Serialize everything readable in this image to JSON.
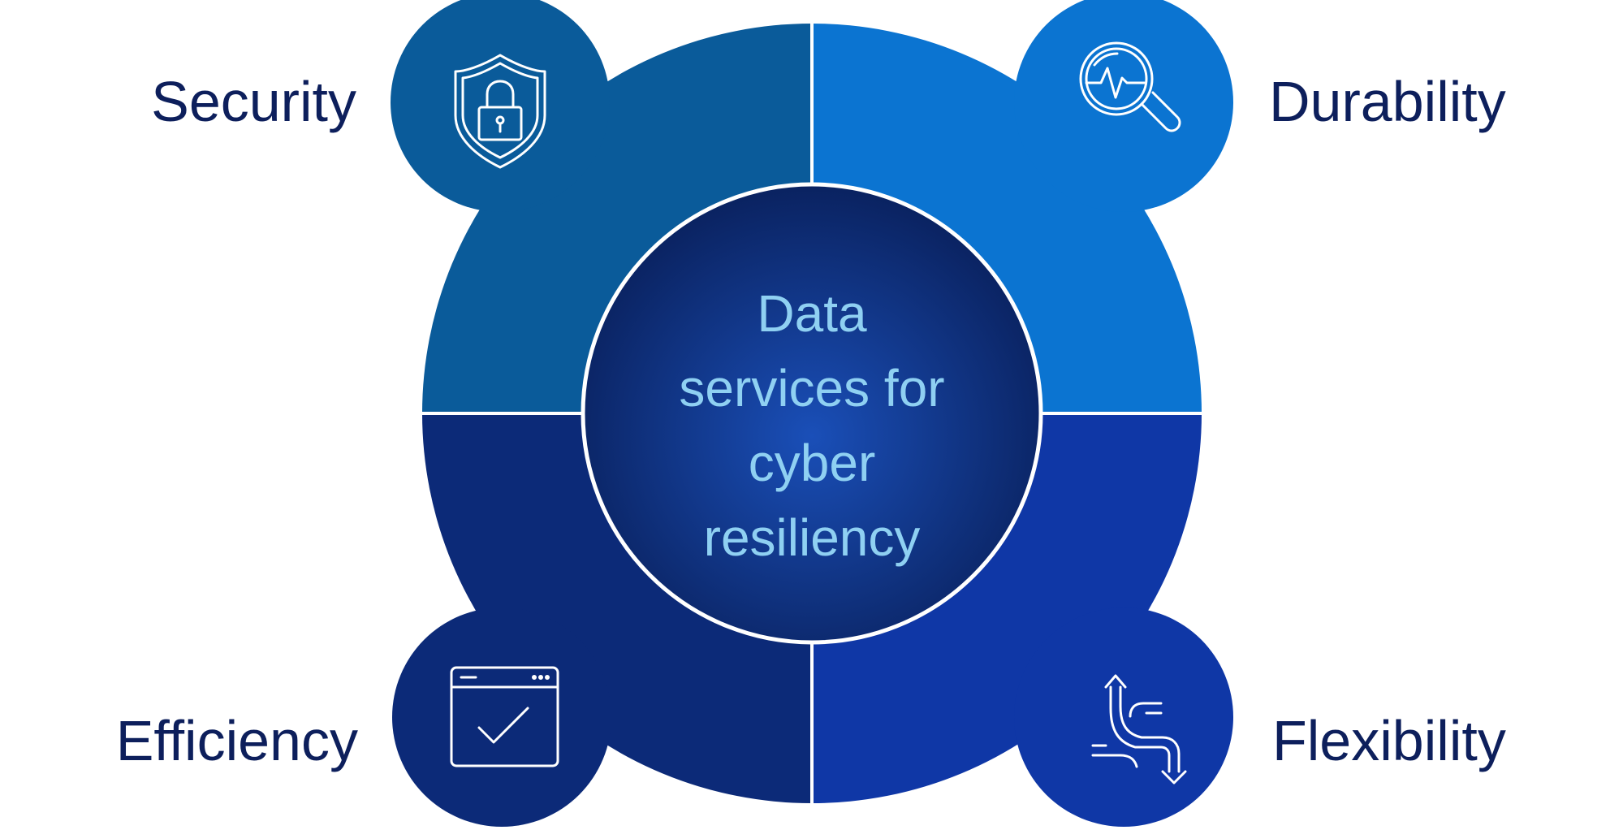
{
  "center": {
    "lines": [
      "Data",
      "services for",
      "cyber",
      "resiliency"
    ]
  },
  "quadrants": {
    "security": {
      "label": "Security",
      "icon": "shield-lock-icon"
    },
    "durability": {
      "label": "Durability",
      "icon": "magnifier-pulse-icon"
    },
    "efficiency": {
      "label": "Efficiency",
      "icon": "window-checkmark-icon"
    },
    "flexibility": {
      "label": "Flexibility",
      "icon": "crossing-arrows-icon"
    }
  },
  "colors": {
    "security": "#0a5b9a",
    "durability": "#0b74d1",
    "efficiency": "#0c2a78",
    "flexibility": "#0f37a6",
    "center": "#0a2a6c",
    "center_text": "#8fd0f2",
    "label_text": "#0d1f5c",
    "divider": "#ffffff"
  }
}
